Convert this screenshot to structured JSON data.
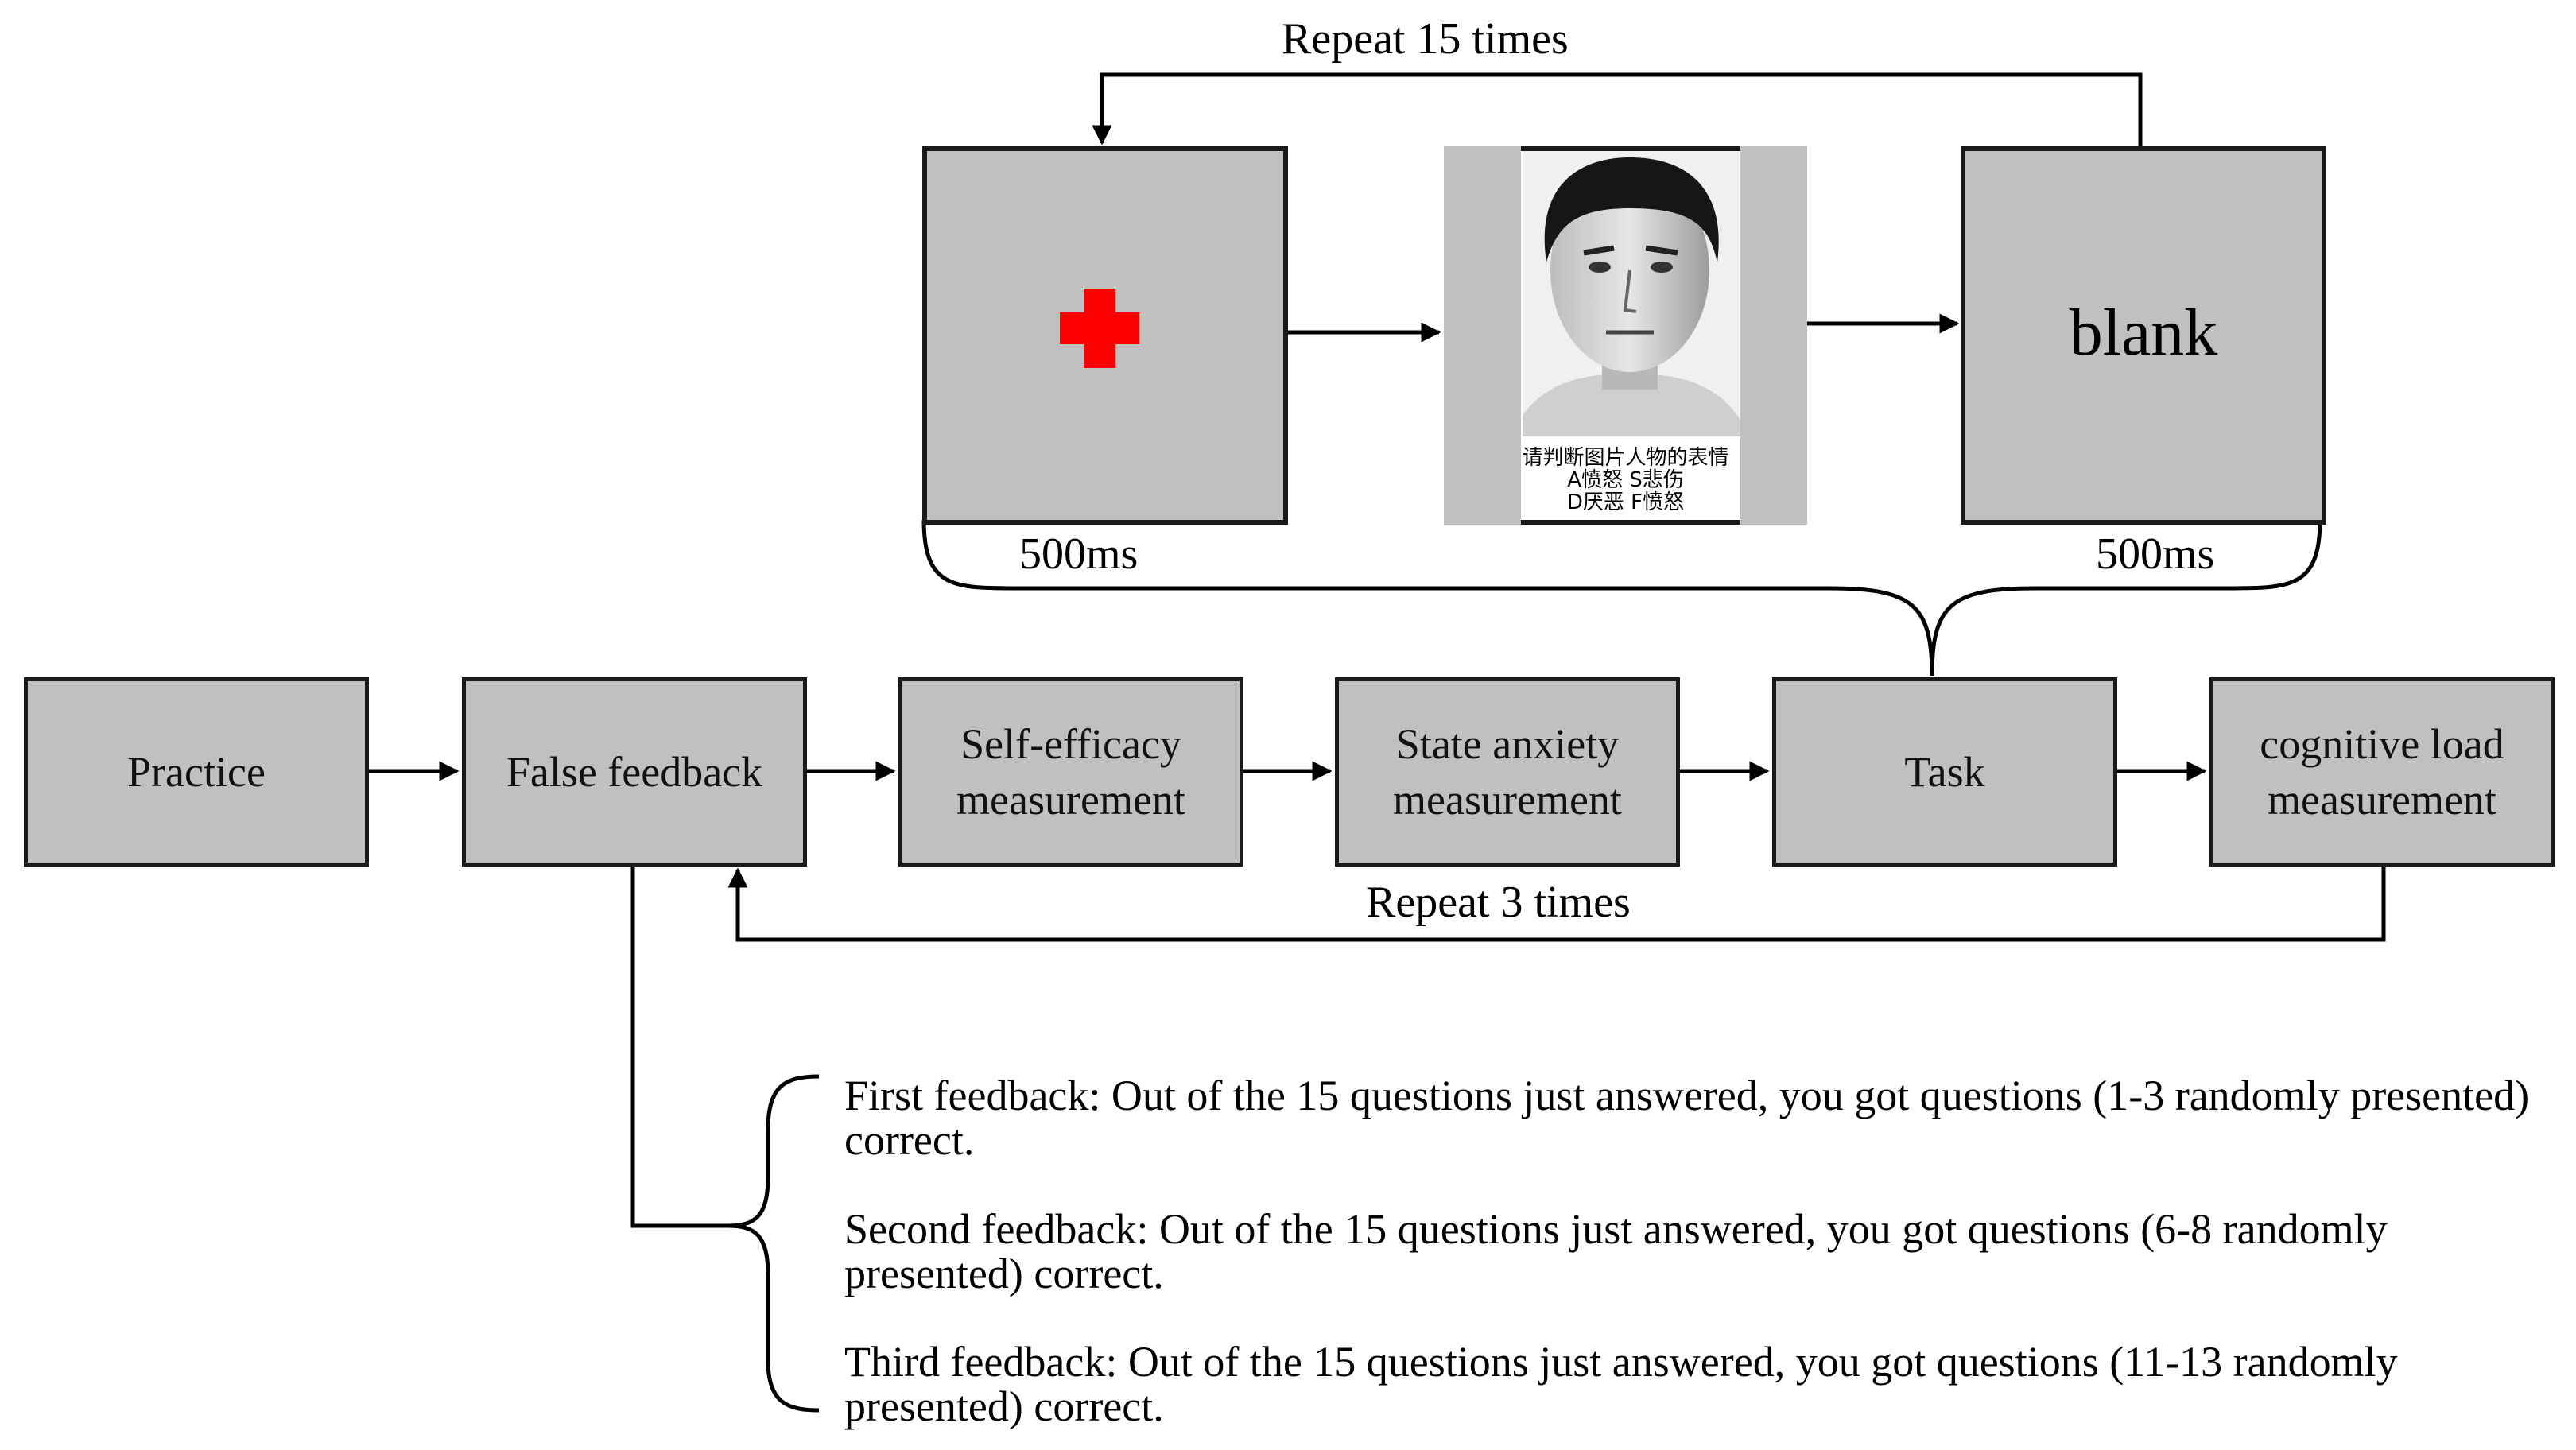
{
  "trial_loop": {
    "repeat_label": "Repeat 15 times",
    "blank_label": "blank",
    "fixation_duration": "500ms",
    "blank_duration": "500ms",
    "face_prompt": [
      "请判断图片人物的表情",
      "A愤怒 S悲伤",
      "D厌恶 F愤怒"
    ],
    "fixation_color": "#ff0000"
  },
  "flow": {
    "steps": [
      "Practice",
      "False feedback",
      "Self-efficacy measurement",
      "State anxiety measurement",
      "Task",
      "cognitive load measurement"
    ],
    "repeat_label": "Repeat 3 times"
  },
  "feedback": [
    "First feedback: Out of the 15 questions just answered, you got questions (1-3 randomly presented) correct.",
    "Second feedback: Out of the 15 questions just answered, you got questions (6-8 randomly presented) correct.",
    "Third feedback: Out of the 15 questions just answered, you got questions (11-13 randomly presented) correct."
  ],
  "colors": {
    "box_fill": "#c0c0c0",
    "border": "#1a1a1a"
  }
}
